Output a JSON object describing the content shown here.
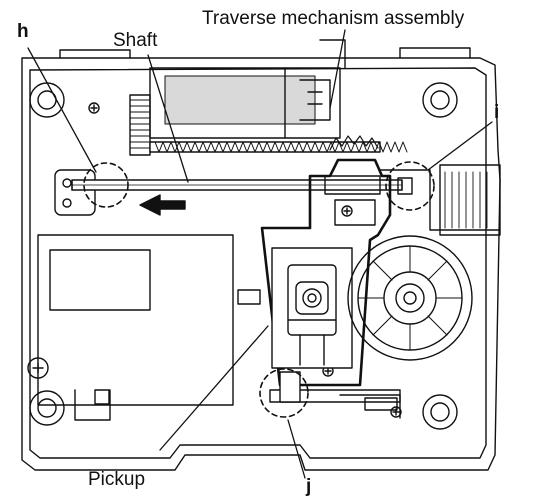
{
  "labels": {
    "traverse": "Traverse mechanism assembly",
    "shaft": "Shaft",
    "pickup": "Pickup",
    "h": "h",
    "i": "i",
    "j": "j"
  },
  "colors": {
    "line": "#111111",
    "fill_light": "#d9d9d9",
    "fill_white": "#ffffff"
  }
}
